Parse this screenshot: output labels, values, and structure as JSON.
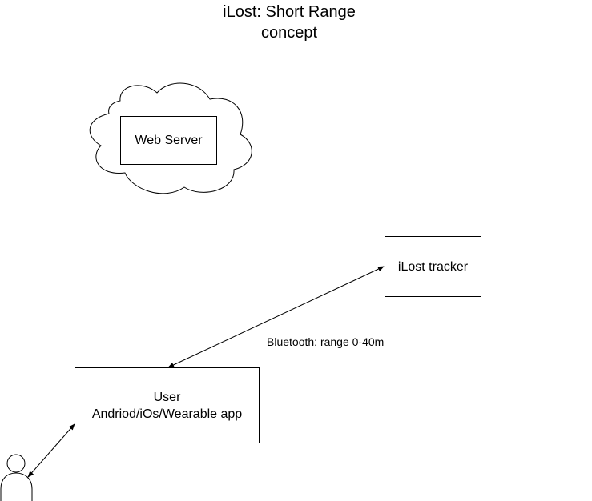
{
  "title": {
    "line1": "iLost: Short Range",
    "line2": "concept"
  },
  "nodes": {
    "cloud": {
      "label": "Web Server"
    },
    "tracker": {
      "label": "iLost tracker"
    },
    "user_app": {
      "line1": "User",
      "line2": "Andriod/iOs/Wearable app"
    }
  },
  "edges": {
    "bluetooth": {
      "label": "Bluetooth: range 0-40m"
    }
  },
  "colors": {
    "stroke": "#000000",
    "background": "#ffffff"
  },
  "icons": {
    "actor": "person-icon",
    "cloud": "cloud-shape"
  }
}
